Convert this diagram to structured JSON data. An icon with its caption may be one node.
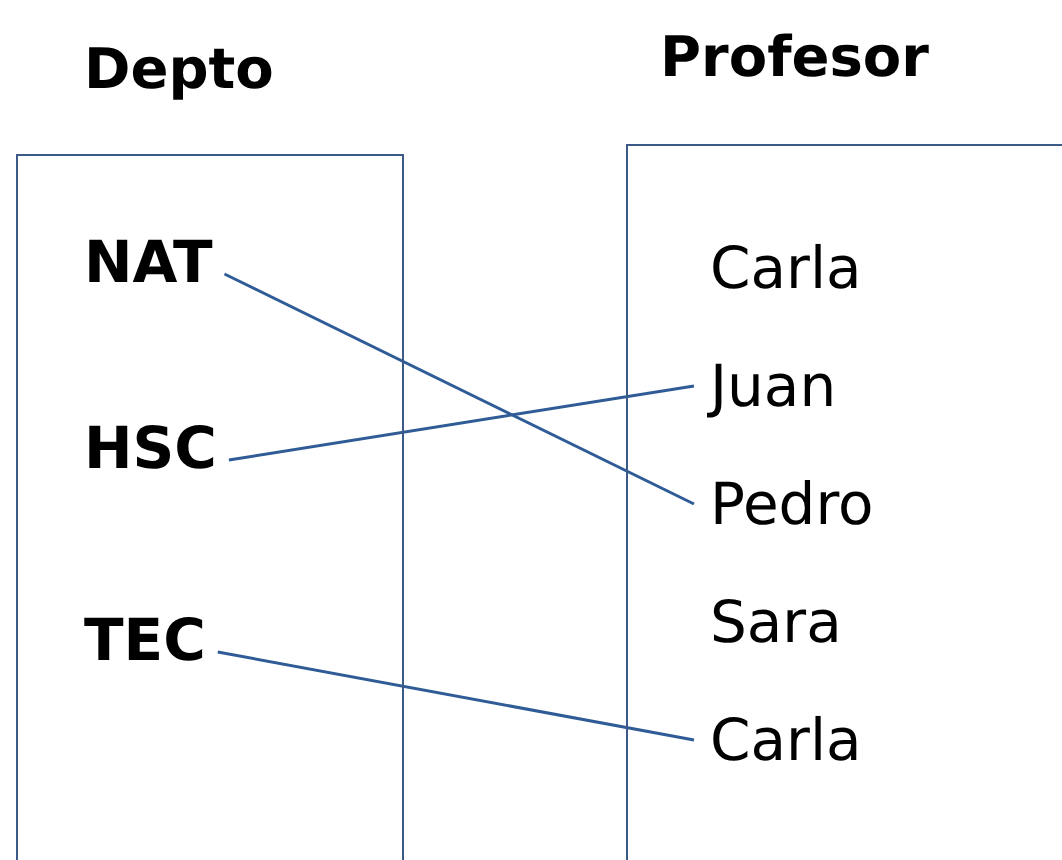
{
  "diagram": {
    "nodes": [
      {
        "text": [
          "Depto"
        ]
      },
      {
        "text": [
          "NAT"
        ],
        "in": 0
      },
      {
        "text": [
          "HSC"
        ],
        "in": 0
      },
      {
        "text": [
          "TEC"
        ],
        "in": 0
      },
      {
        "text": [
          "Profesor"
        ]
      },
      {
        "text": [
          "Carla"
        ],
        "in": 4
      },
      {
        "text": [
          "Juan"
        ],
        "in": 4
      },
      {
        "text": [
          "Pedro"
        ],
        "in": 4
      },
      {
        "text": [
          "Sara"
        ],
        "in": 4
      },
      {
        "text": [
          "Carla"
        ],
        "in": 4
      }
    ],
    "edges": [
      {
        "from": 1,
        "to": 7,
        "arrow": "none"
      },
      {
        "from": 2,
        "to": 6,
        "arrow": "none"
      },
      {
        "from": 3,
        "to": 9,
        "arrow": "none"
      }
    ]
  }
}
